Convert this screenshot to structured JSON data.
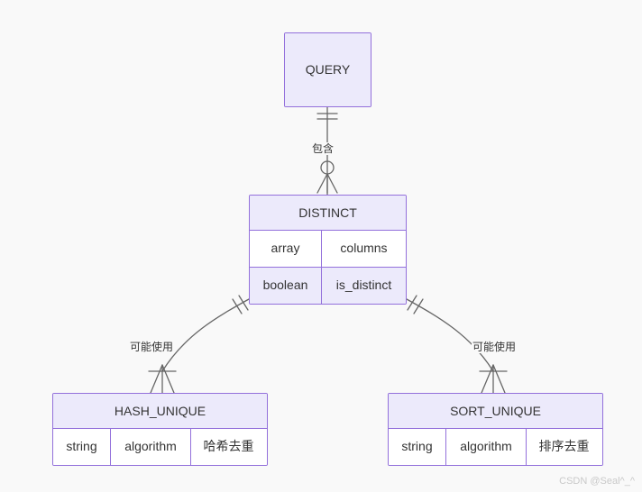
{
  "diagram": {
    "type": "er-diagram",
    "background_color": "#f9f9f9",
    "entity_border_color": "#9370db",
    "entity_header_color": "#eceafb",
    "text_color": "#333333",
    "entities": [
      {
        "id": "query",
        "name": "QUERY",
        "attributes": []
      },
      {
        "id": "distinct",
        "name": "DISTINCT",
        "attributes": [
          {
            "type": "array",
            "name": "columns"
          },
          {
            "type": "boolean",
            "name": "is_distinct"
          }
        ]
      },
      {
        "id": "hash_unique",
        "name": "HASH_UNIQUE",
        "attributes": [
          {
            "type": "string",
            "name": "algorithm",
            "comment": "哈希去重"
          }
        ]
      },
      {
        "id": "sort_unique",
        "name": "SORT_UNIQUE",
        "attributes": [
          {
            "type": "string",
            "name": "algorithm",
            "comment": "排序去重"
          }
        ]
      }
    ],
    "relationships": [
      {
        "id": "rel-query-distinct",
        "from": "query",
        "to": "distinct",
        "label": "包含"
      },
      {
        "id": "rel-distinct-hash",
        "from": "distinct",
        "to": "hash_unique",
        "label": "可能使用"
      },
      {
        "id": "rel-distinct-sort",
        "from": "distinct",
        "to": "sort_unique",
        "label": "可能使用"
      }
    ]
  },
  "watermark": {
    "text": "CSDN @Seal^_^"
  }
}
